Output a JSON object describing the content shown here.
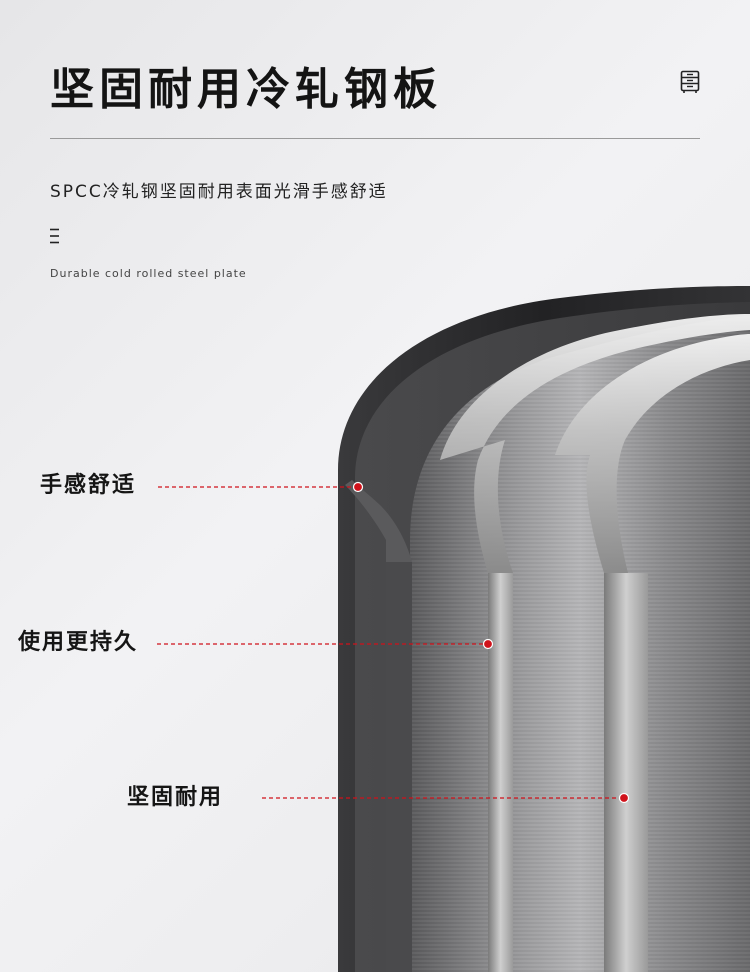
{
  "header": {
    "title": "坚固耐用冷轧钢板",
    "subtitle": "SPCC冷轧钢坚固耐用表面光滑手感舒适",
    "caption_en": "Durable cold rolled steel plate"
  },
  "icons": {
    "top_right": "cabinet-icon",
    "left": "menu-icon"
  },
  "callouts": [
    {
      "label": "手感舒适"
    },
    {
      "label": "使用更持久"
    },
    {
      "label": "坚固耐用"
    }
  ],
  "colors": {
    "accent_red": "#d0121b",
    "dark_coating": "#2a2a2c",
    "steel": "#8c8c8e"
  }
}
